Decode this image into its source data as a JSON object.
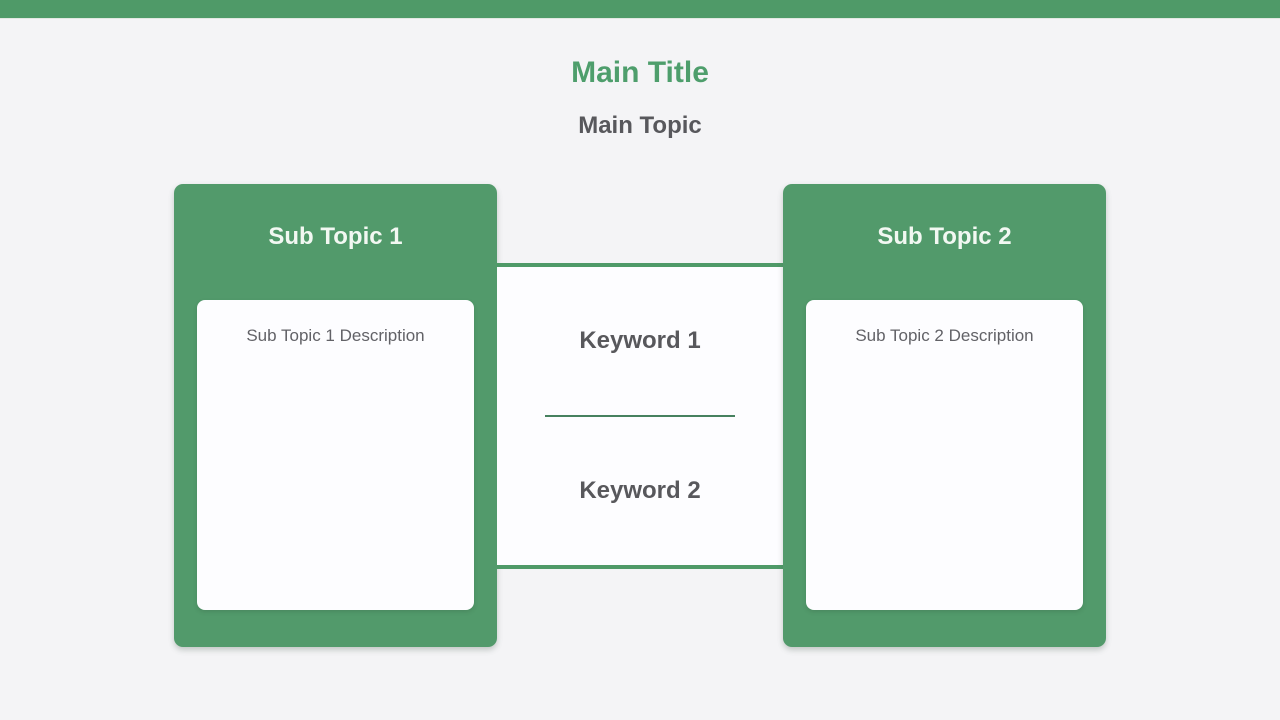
{
  "colors": {
    "background": "#f4f4f6",
    "accent_green": "#4f9a68",
    "card_green": "#529a6b",
    "title_green": "#4e9e6c",
    "text_gray": "#58585c",
    "card_text_white": "#f2f8f2"
  },
  "header": {
    "main_title": "Main Title",
    "main_topic": "Main Topic"
  },
  "sub_topics": [
    {
      "title": "Sub Topic 1",
      "description": "Sub Topic 1 Description"
    },
    {
      "title": "Sub Topic 2",
      "description": "Sub Topic 2 Description"
    }
  ],
  "keywords": [
    {
      "label": "Keyword 1"
    },
    {
      "label": "Keyword 2"
    }
  ]
}
